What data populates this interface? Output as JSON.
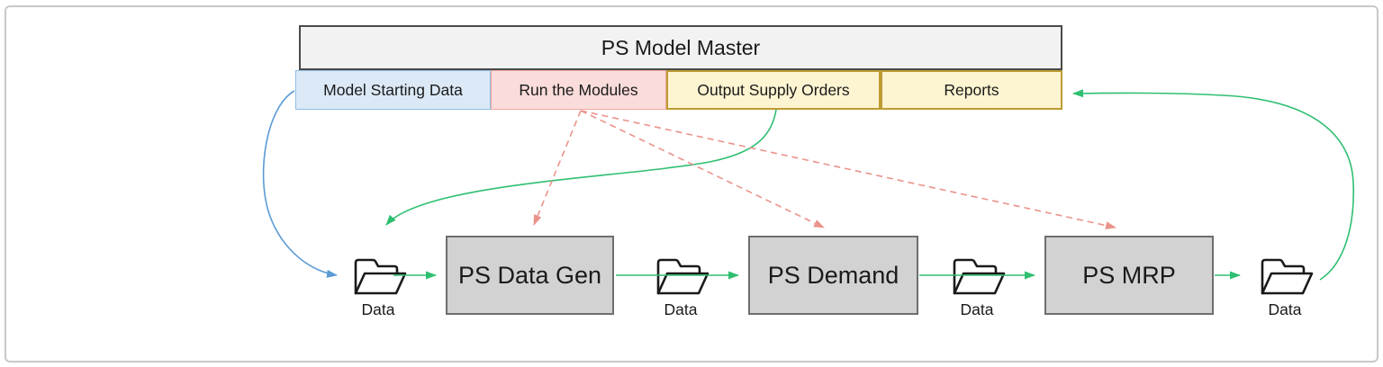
{
  "diagram": {
    "master": {
      "title": "PS Model Master"
    },
    "tabs": [
      {
        "label": "Model Starting Data",
        "theme": "blue"
      },
      {
        "label": "Run the Modules",
        "theme": "pink"
      },
      {
        "label": "Output Supply Orders",
        "theme": "yellow"
      },
      {
        "label": "Reports",
        "theme": "yellow"
      }
    ],
    "modules": [
      {
        "label": "PS Data Gen"
      },
      {
        "label": "PS Demand"
      },
      {
        "label": "PS MRP"
      }
    ],
    "data_stores": [
      {
        "label": "Data"
      },
      {
        "label": "Data"
      },
      {
        "label": "Data"
      },
      {
        "label": "Data"
      }
    ],
    "connections": [
      {
        "from": "Model Starting Data",
        "to": "Data store 1",
        "style": "solid-curve",
        "color": "blue"
      },
      {
        "from": "Output Supply Orders",
        "to": "Data store 1",
        "style": "solid-curve",
        "color": "green"
      },
      {
        "from": "Run the Modules",
        "to": "PS Data Gen",
        "style": "dashed",
        "color": "red"
      },
      {
        "from": "Run the Modules",
        "to": "PS Demand",
        "style": "dashed",
        "color": "red"
      },
      {
        "from": "Run the Modules",
        "to": "PS MRP",
        "style": "dashed",
        "color": "red"
      },
      {
        "from": "Data store 1",
        "to": "PS Data Gen",
        "style": "solid",
        "color": "green"
      },
      {
        "from": "PS Data Gen",
        "to": "PS Demand",
        "via": "Data store 2",
        "style": "solid",
        "color": "green"
      },
      {
        "from": "PS Demand",
        "to": "PS MRP",
        "via": "Data store 3",
        "style": "solid",
        "color": "green"
      },
      {
        "from": "PS MRP",
        "to": "Data store 4",
        "style": "solid",
        "color": "green"
      },
      {
        "from": "Data store 4",
        "to": "Reports",
        "style": "solid-curve",
        "color": "green"
      }
    ]
  },
  "colors": {
    "arrow-green": "#2fbf71",
    "arrow-blue": "#5b9bd5",
    "arrow-red": "#ea938b",
    "cell-blue-bg": "#dbe9f7",
    "cell-blue-border": "#8fbce4",
    "cell-pink-bg": "#fadcda",
    "cell-pink-border": "#f0a8a2",
    "cell-yellow-bg": "#fdf4d1",
    "cell-yellow-border": "#bd9b33",
    "module-bg": "#d2d2d2",
    "module-border": "#6e6e6e",
    "master-bg": "#f2f2f2",
    "master-border": "#4a4a4a",
    "frame-border": "#c9c9c9",
    "folder-stroke": "#1a1a1a"
  }
}
